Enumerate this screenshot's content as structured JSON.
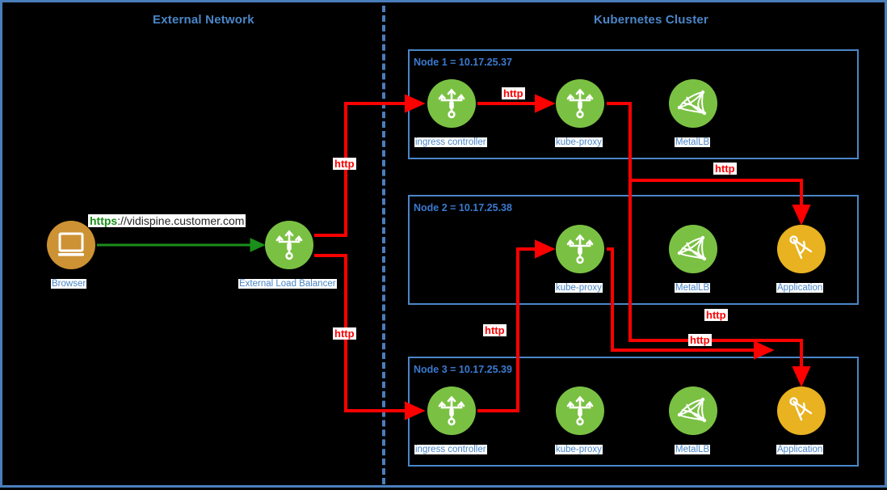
{
  "diagram": {
    "zones": {
      "external": "External Network",
      "cluster": "Kubernetes Cluster"
    },
    "nodes": [
      {
        "label": "Node 1 = 10.17.25.37"
      },
      {
        "label": "Node 2 = 10.17.25.38"
      },
      {
        "label": "Node 3 = 10.17.25.39"
      }
    ],
    "external_components": [
      {
        "id": "browser",
        "caption": "Browser",
        "icon": "monitor-icon",
        "color": "#cc9233"
      },
      {
        "id": "external-lb",
        "caption": "External Load Balancer",
        "icon": "load-balancer-icon",
        "color": "#7ac143"
      }
    ],
    "node1_components": [
      {
        "caption": "ingress controller",
        "icon": "load-balancer-icon",
        "color": "#7ac143"
      },
      {
        "caption": "kube-proxy",
        "icon": "load-balancer-icon",
        "color": "#7ac143"
      },
      {
        "caption": "MetalLB",
        "icon": "mesh-icon",
        "color": "#7ac143"
      }
    ],
    "node2_components": [
      {
        "caption": "kube-proxy",
        "icon": "load-balancer-icon",
        "color": "#7ac143"
      },
      {
        "caption": "MetalLB",
        "icon": "mesh-icon",
        "color": "#7ac143"
      },
      {
        "caption": "Application",
        "icon": "compass-icon",
        "color": "#e8b220"
      }
    ],
    "node3_components": [
      {
        "caption": "ingress controller",
        "icon": "load-balancer-icon",
        "color": "#7ac143"
      },
      {
        "caption": "kube-proxy",
        "icon": "load-balancer-icon",
        "color": "#7ac143"
      },
      {
        "caption": "MetalLB",
        "icon": "mesh-icon",
        "color": "#7ac143"
      },
      {
        "caption": "Application",
        "icon": "compass-icon",
        "color": "#e8b220"
      }
    ],
    "url_flow": {
      "scheme": "https",
      "rest": "://vidispine.customer.com"
    },
    "http_labels": [
      "http",
      "http",
      "http",
      "http",
      "http",
      "http",
      "http"
    ],
    "colors": {
      "frame": "#4a7ebb",
      "zone_title": "#4a86c8",
      "node_border": "#4a86c8",
      "caption": "#4a86c8",
      "http_wire": "#ff0000",
      "https_wire": "#1a8f1a",
      "green_icon": "#7ac143",
      "gold_icon": "#e8b220"
    }
  }
}
